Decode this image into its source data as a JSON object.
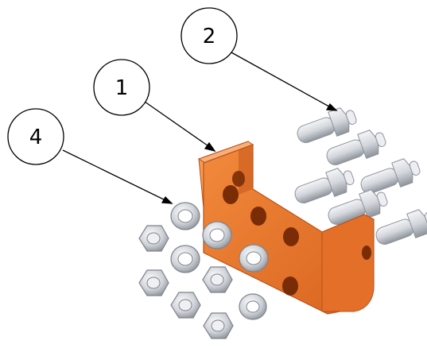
{
  "callouts": [
    {
      "id": "c1",
      "label": "1"
    },
    {
      "id": "c2",
      "label": "2"
    },
    {
      "id": "c4",
      "label": "4"
    }
  ],
  "colors": {
    "bracket": "#e8742a",
    "bracket_dark": "#b9521a",
    "bracket_light": "#f7a062",
    "steel": "#d3d6dc",
    "steel_dark": "#8e939b",
    "steel_light": "#f4f5f7",
    "line": "#000000"
  },
  "icons": [
    "bracket-part",
    "bolt-part",
    "washer-part",
    "nut-part"
  ]
}
